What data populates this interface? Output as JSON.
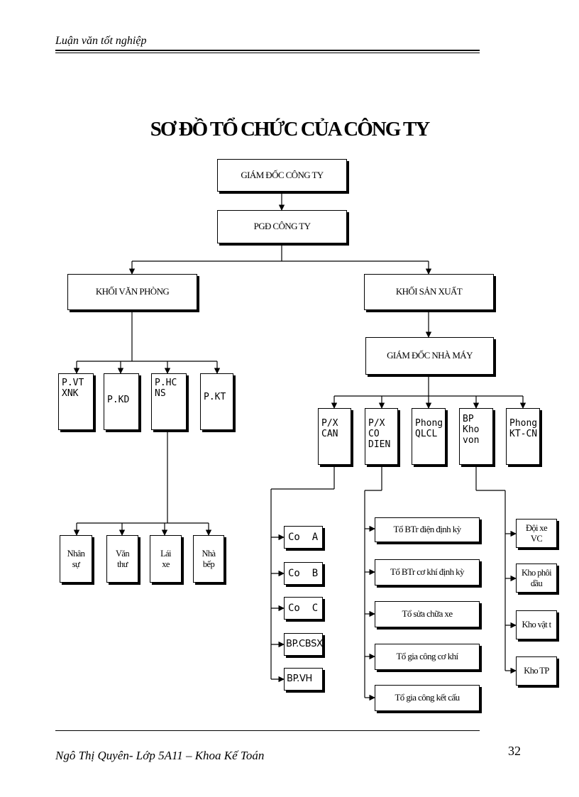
{
  "header": {
    "text": "Luận văn tốt nghiệp"
  },
  "title": "SƠ ĐỒ TỔ CHỨC CỦA CÔNG TY",
  "nodes": {
    "giam_doc": "GIÁM ĐỐC CÔNG TY",
    "pgd": "PGĐ CÔNG TY",
    "khoi_van_phong": "KHỐI VĂN PHÒNG",
    "khoi_san_xuat": "KHỐI SẢN XUẤT",
    "gd_nha_may": "GIÁM ĐỐC NHÀ MÁY",
    "office": [
      "P.VT\nXNK",
      "P.KD",
      "P.HC\nNS",
      "P.KT"
    ],
    "hcns_children": [
      "Nhân\nsự",
      "Văn\nthư",
      "Lái\nxe",
      "Nhà\nbếp"
    ],
    "factory": [
      "P/X\nCAN",
      "P/X\nCO\nDIEN",
      "Phong\nQLCL",
      "BP\nKho\nvon",
      "Phong\nKT-CN"
    ],
    "can_children": [
      "Co  A",
      "Co  B",
      "Co  C",
      "BP.CBSX",
      "BP.VH"
    ],
    "codien_children": [
      "Tổ BTr điện định kỳ",
      "Tổ BTr cơ khí định kỳ",
      "Tổ sửa chữa xe",
      "Tổ gia công cơ khí",
      "Tổ gia công kết cấu"
    ],
    "kho_children": [
      "Đội xe\nVC",
      "Kho phôi\ndầu",
      "Kho vật t",
      "Kho TP"
    ]
  },
  "footer": {
    "text": "Ngô Thị Quyên- Lớp 5A11 – Khoa Kế Toán",
    "page_number": "32"
  }
}
